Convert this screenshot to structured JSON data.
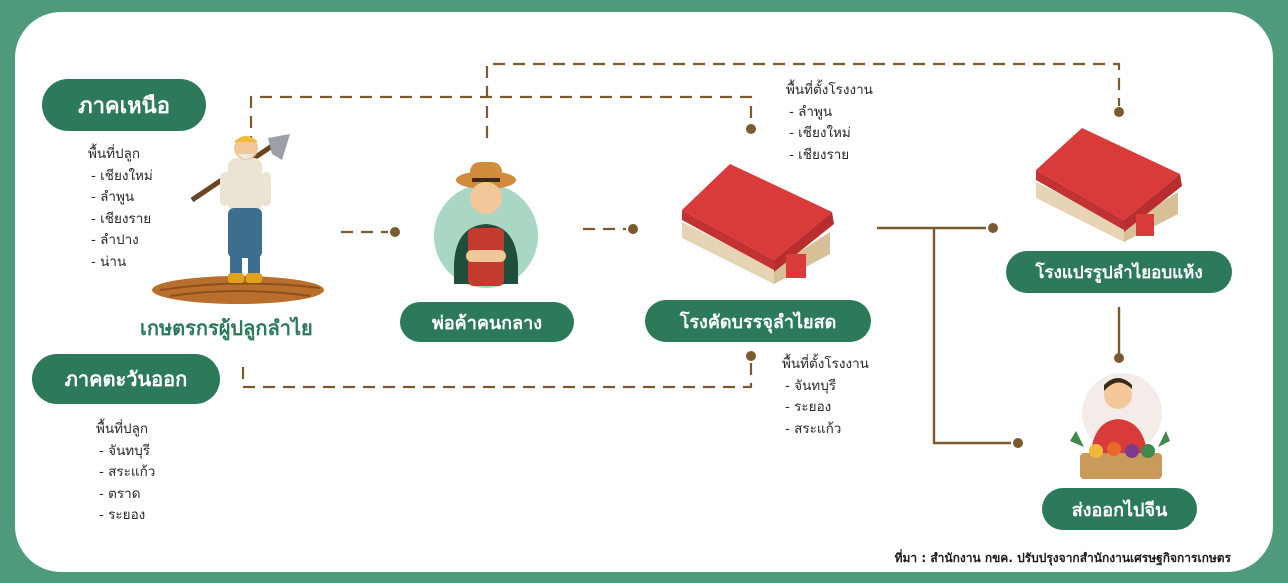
{
  "regions": {
    "north": {
      "title": "ภาคเหนือ",
      "heading": "พื้นที่ปลูก",
      "items": [
        "- เชียงใหม่",
        "- ลำพูน",
        "- เชียงราย",
        "- ลำปาง",
        "- น่าน"
      ]
    },
    "east": {
      "title": "ภาคตะวันออก",
      "heading": "พื้นที่ปลูก",
      "items": [
        "- จันทบุรี",
        "- สระแก้ว",
        "- ตราด",
        "- ระยอง"
      ]
    }
  },
  "nodes": {
    "farmer": "เกษตรกรผู้ปลูกลำไย",
    "middleman": "พ่อค้าคนกลาง",
    "packing_house": "โรงคัดบรรจุลำไยสด",
    "drying_plant": "โรงแปรรูปลำไยอบแห้ง",
    "export": "ส่งออกไปจีน"
  },
  "factory_locations_north": {
    "heading": "พื้นที่ตั้งโรงงาน",
    "items": [
      "- ลำพูน",
      "- เชียงใหม่",
      "- เชียงราย"
    ]
  },
  "factory_locations_east": {
    "heading": "พื้นที่ตั้งโรงงาน",
    "items": [
      "- จันทบุรี",
      "- ระยอง",
      "- สระแก้ว"
    ]
  },
  "source": "ที่มา : สำนักงาน กขค. ปรับปรุงจากสำนักงานเศรษฐกิจการเกษตร",
  "colors": {
    "frame": "#4e9a7a",
    "pill": "#2c7a5a",
    "connector": "#7a5a2e",
    "roof": "#d93a3a"
  }
}
